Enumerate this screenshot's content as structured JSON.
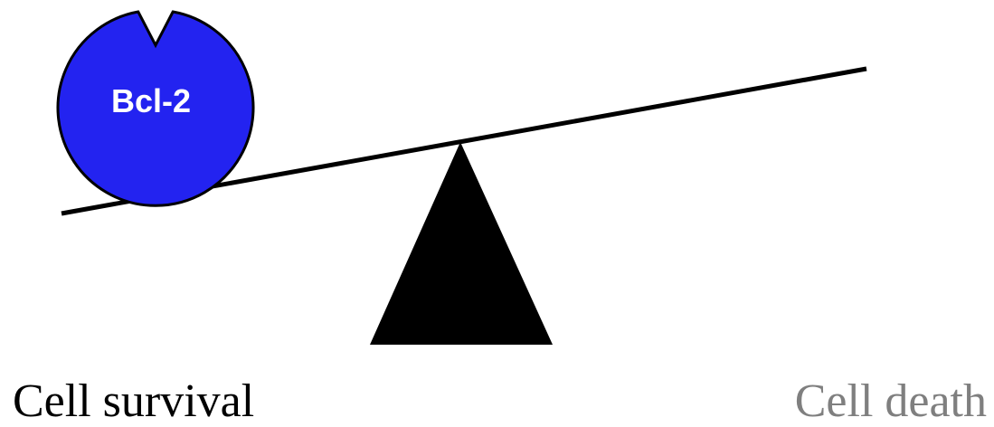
{
  "protein": {
    "label": "Bcl-2",
    "fill": "#2323f0",
    "text_color": "#ffffff"
  },
  "outcomes": {
    "left": {
      "label": "Cell survival",
      "color": "#000000"
    },
    "right": {
      "label": "Cell death",
      "color": "#7f7f7f"
    }
  },
  "balance": {
    "beam_color": "#000000",
    "fulcrum_color": "#000000"
  }
}
